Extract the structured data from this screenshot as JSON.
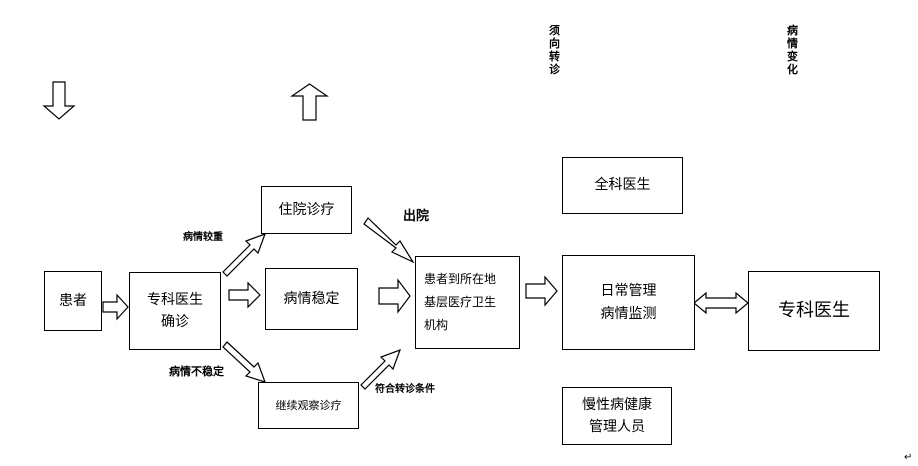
{
  "nodes": {
    "patient": "患者",
    "specialist_diag_l1": "专科医生",
    "specialist_diag_l2": "确诊",
    "hospital": "住院诊疗",
    "stable": "病情稳定",
    "observe": "继续观察诊疗",
    "community_l1": "患者到所在地",
    "community_l2": "基层医疗卫生",
    "community_l3": "机构",
    "gp": "全科医生",
    "daily_l1": "日常管理",
    "daily_l2": "病情监测",
    "chronic_l1": "慢性病健康",
    "chronic_l2": "管理人员",
    "specialist_right": "专科医生"
  },
  "labels": {
    "serious": "病情较重",
    "unstable": "病情不稳定",
    "discharge": "出院",
    "meets_referral": "符合转诊条件",
    "must_refer": "须向转诊",
    "condition_change": "病情变化"
  },
  "footer_mark": "↵"
}
